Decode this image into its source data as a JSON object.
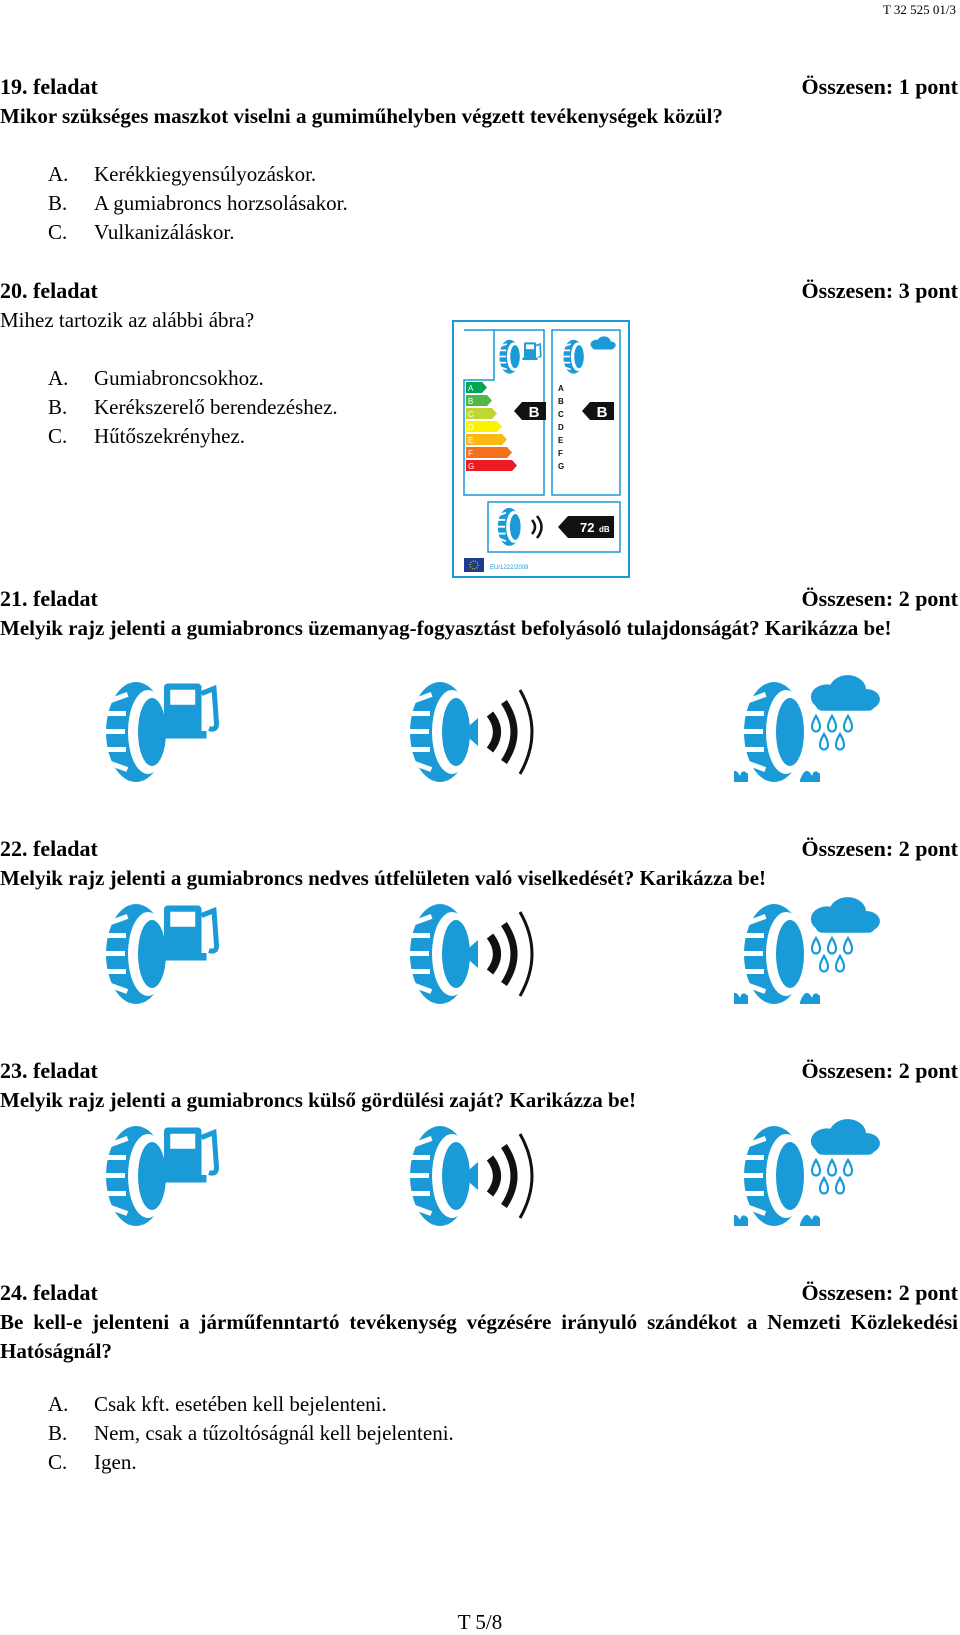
{
  "header": {
    "code": "T 32 525 01/3"
  },
  "tasks": [
    {
      "title": "19. feladat",
      "points": "Összesen: 1 pont",
      "question": "Mikor szükséges maszkot viselni a gumiműhelyben végzett tevékenységek közül?",
      "options": [
        {
          "letter": "A.",
          "text": "Kerékkiegyensúlyozáskor."
        },
        {
          "letter": "B.",
          "text": "A gumiabroncs horzsolásakor."
        },
        {
          "letter": "C.",
          "text": "Vulkanizáláskor."
        }
      ]
    },
    {
      "title": "20. feladat",
      "points": "Összesen: 3 pont",
      "question": "Mihez tartozik az alábbi ábra?",
      "options": [
        {
          "letter": "A.",
          "text": "Gumiabroncsokhoz."
        },
        {
          "letter": "B.",
          "text": "Kerékszerelő berendezéshez."
        },
        {
          "letter": "C.",
          "text": "Hűtőszekrényhez."
        }
      ]
    },
    {
      "title": "21. feladat",
      "points": "Összesen: 2 pont",
      "question": "Melyik rajz jelenti a gumiabroncs üzemanyag-fogyasztást befolyásoló tulajdonságát? Karikázza be!"
    },
    {
      "title": "22. feladat",
      "points": "Összesen: 2 pont",
      "question": "Melyik rajz jelenti a gumiabroncs nedves útfelületen való viselkedését? Karikázza be!"
    },
    {
      "title": "23. feladat",
      "points": "Összesen: 2 pont",
      "question": "Melyik rajz jelenti a gumiabroncs külső gördülési zaját? Karikázza be!"
    },
    {
      "title": "24. feladat",
      "points": "Összesen: 2 pont",
      "question": "Be kell-e jelenteni a járműfenntartó tevékenység végzésére irányuló szándékot a Nemzeti Közlekedési Hatóságnál?",
      "options": [
        {
          "letter": "A.",
          "text": "Csak kft. esetében kell bejelenteni."
        },
        {
          "letter": "B.",
          "text": "Nem, csak a tűzoltóságnál kell bejelenteni."
        },
        {
          "letter": "C.",
          "text": "Igen."
        }
      ]
    }
  ],
  "tyre_label": {
    "grades": [
      "A",
      "B",
      "C",
      "D",
      "E",
      "F",
      "G"
    ],
    "fuel_class": "B",
    "wet_class": "B",
    "noise_value": "72",
    "noise_unit": "dB",
    "regulation": "EU/1222/2009"
  },
  "icons": [
    "tyre-fuel-icon",
    "tyre-noise-icon",
    "tyre-wet-grip-icon"
  ],
  "colors": {
    "icon_blue": "#1a9ad6",
    "noise_black": "#111111"
  },
  "footer": {
    "page": "T 5/8"
  }
}
